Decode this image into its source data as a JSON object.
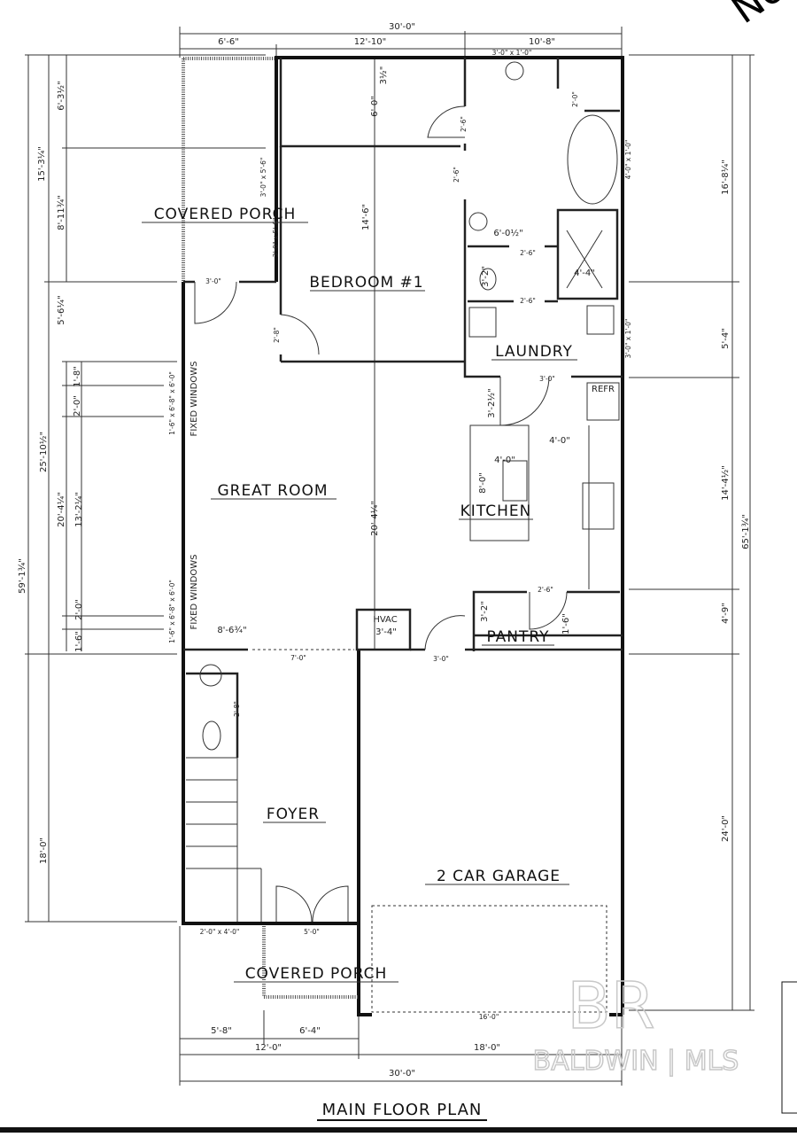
{
  "plan_title": "MAIN FLOOR PLAN",
  "corner_note": "No",
  "watermark": {
    "logo": "BR",
    "text": "BALDWIN | MLS"
  },
  "rooms": {
    "covered_porch_rear": "COVERED PORCH",
    "bedroom_1": "BEDROOM #1",
    "laundry": "LAUNDRY",
    "great_room": "GREAT ROOM",
    "kitchen": "KITCHEN",
    "pantry": "PANTRY",
    "hvac": "HVAC",
    "foyer": "FOYER",
    "garage": "2 CAR GARAGE",
    "covered_porch_front": "COVERED PORCH",
    "refrigerator": "REFR"
  },
  "window_labels": [
    "FIXED WINDOWS",
    "FIXED WINDOWS"
  ],
  "dimensions": {
    "top_overall": "30'-0\"",
    "top_segments": [
      "6'-6\"",
      "12'-10\"",
      "10'-8\""
    ],
    "left": [
      "6'-3½\"",
      "15'-3¼\"",
      "8'-11¾\"",
      "5'-6¼\"",
      "1'-8\"",
      "2'-0\"",
      "25'-10½\"",
      "59'-1¾\"",
      "20'-4¼\"",
      "13'-2¼\"",
      "2'-0\"",
      "1'-6\"",
      "18'-0\""
    ],
    "right": [
      "16'-8¼\"",
      "5'-4\"",
      "14'-4½\"",
      "65'-1¾\"",
      "4'-9\"",
      "24'-0\""
    ],
    "bottom": [
      "5'-8\"",
      "6'-4\"",
      "12'-0\"",
      "18'-0\"",
      "30'-0\""
    ],
    "interior": [
      "3'-0\" x 1'-0\"",
      "3½\"",
      "6'-0\"",
      "2'-6\"",
      "2'-0\"",
      "4'-0\" x 1'-0\"",
      "2'-6\"",
      "3'-0\" x 5'-6\"",
      "3'-0\" x 5'-6\"",
      "14'-6\"",
      "6'-0½\"",
      "2'-6\"",
      "4'-4\"",
      "2'-6\"",
      "3'-2\"",
      "3'-0\"",
      "2'-8\"",
      "3'-0\" x 1'-0\"",
      "3'-0\"",
      "3'-2½\"",
      "4'-0\"",
      "4'-0\"",
      "8'-0\"",
      "20'-4¼\"",
      "3'-2\"",
      "2'-6\"",
      "3'-4\"",
      "3'-0\"",
      "7'-0\"",
      "8'-6¾\"",
      "1'-6\"",
      "1'-6\" x 6'-8\" x 6'-0\"",
      "1'-6\" x 6'-8\" x 6'-0\"",
      "2'-8\"",
      "2'-0\" x 4'-0\"",
      "5'-0\"",
      "16'-0\""
    ]
  }
}
